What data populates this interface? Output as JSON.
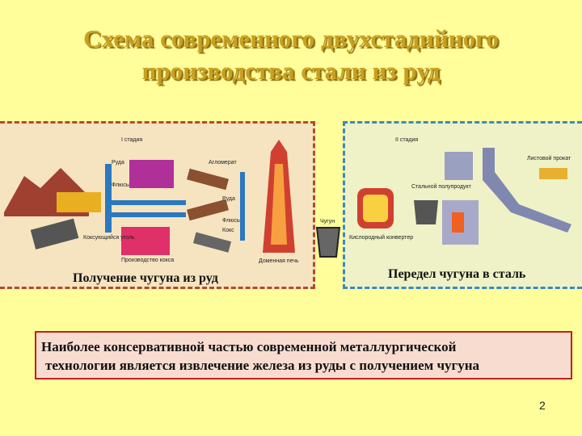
{
  "slide": {
    "title_line1": "Схема современного двухстадийного",
    "title_line2": "производства стали из руд",
    "page_number": "2"
  },
  "stage1": {
    "heading": "I стадия",
    "caption": "Получение чугуна из руд",
    "labels": {
      "ore": "Руда",
      "fluxes": "Флюсы",
      "agglomerate": "Агломерат",
      "ore2": "Руда",
      "fluxes2": "Флюсы",
      "coke": "Кокс",
      "coking_coal": "Коксующийся уголь",
      "coke_production": "Производство кокса",
      "blast_furnace": "Доменная печь",
      "pig_iron": "Чугун"
    }
  },
  "stage2": {
    "heading": "II стадия",
    "caption": "Передел чугуна в сталь",
    "labels": {
      "oxygen_converter": "Кислородный конвертер",
      "steel_semiproduct": "Стальной полупродукт",
      "sheet_product": "Листовой прокат"
    }
  },
  "message": {
    "line1": "Наиболее консервативной частью современной металлургической",
    "line2": "технологии является извлечение железа из руды с получением чугуна"
  },
  "colors": {
    "background": "#fffe9a",
    "title": "#c8a020",
    "stage1_border": "#b44a2a",
    "stage2_border": "#3a8ac0",
    "arrow": "#2a78c0",
    "message_border": "#c02020"
  }
}
